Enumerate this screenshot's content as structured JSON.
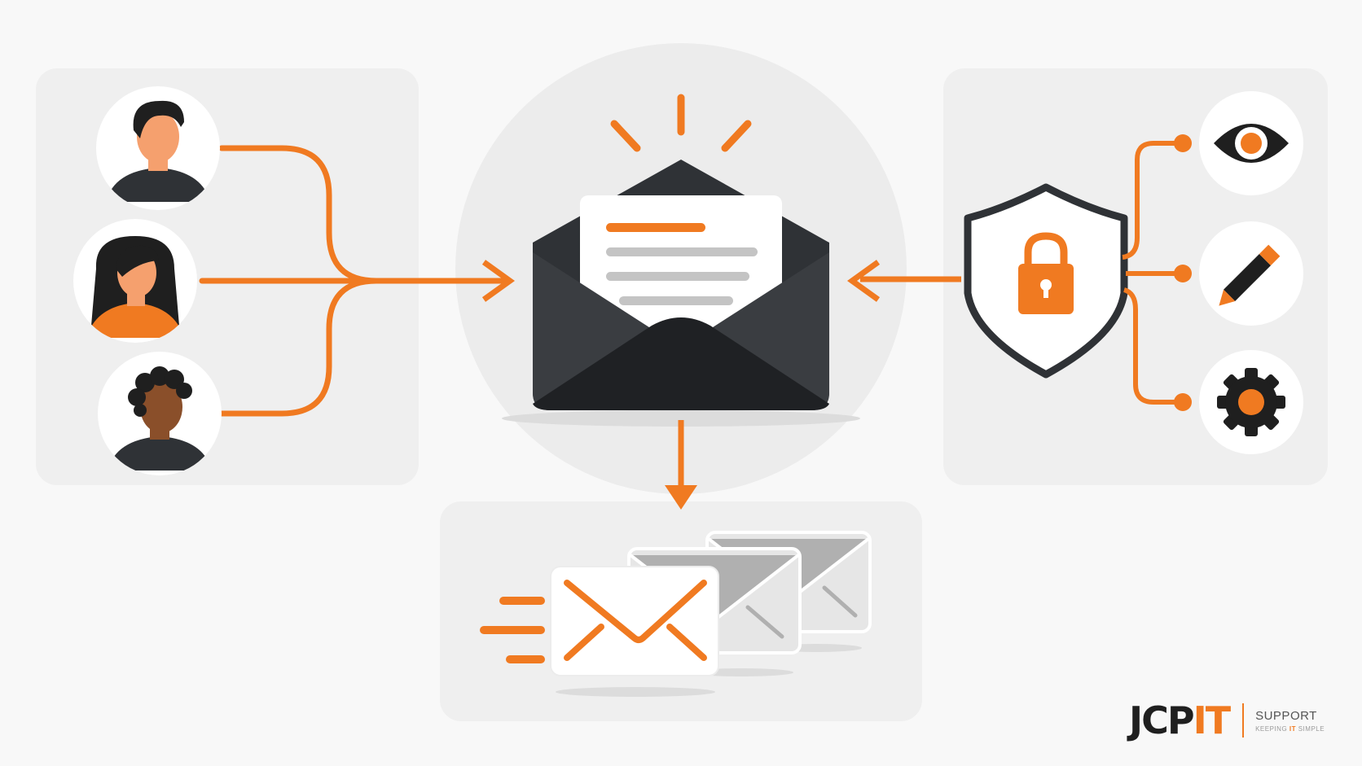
{
  "colors": {
    "accent": "#f07a21",
    "dark": "#2f3236",
    "panel": "#efefef",
    "background": "#f8f8f8"
  },
  "senders": [
    {
      "name": "person-man-icon"
    },
    {
      "name": "person-woman-icon"
    },
    {
      "name": "person-curly-hair-icon"
    }
  ],
  "center": {
    "icon": "open-envelope-icon"
  },
  "security": {
    "icon": "shield-lock-icon",
    "permissions": [
      "eye-icon",
      "pencil-icon",
      "gear-icon"
    ]
  },
  "output": {
    "icon": "sent-envelopes-icon"
  },
  "brand": {
    "name_prefix": "JCP",
    "name_suffix": "IT",
    "product": "SUPPORT",
    "tagline_pre": "KEEPING ",
    "tagline_highlight": "IT",
    "tagline_post": " SIMPLE"
  }
}
